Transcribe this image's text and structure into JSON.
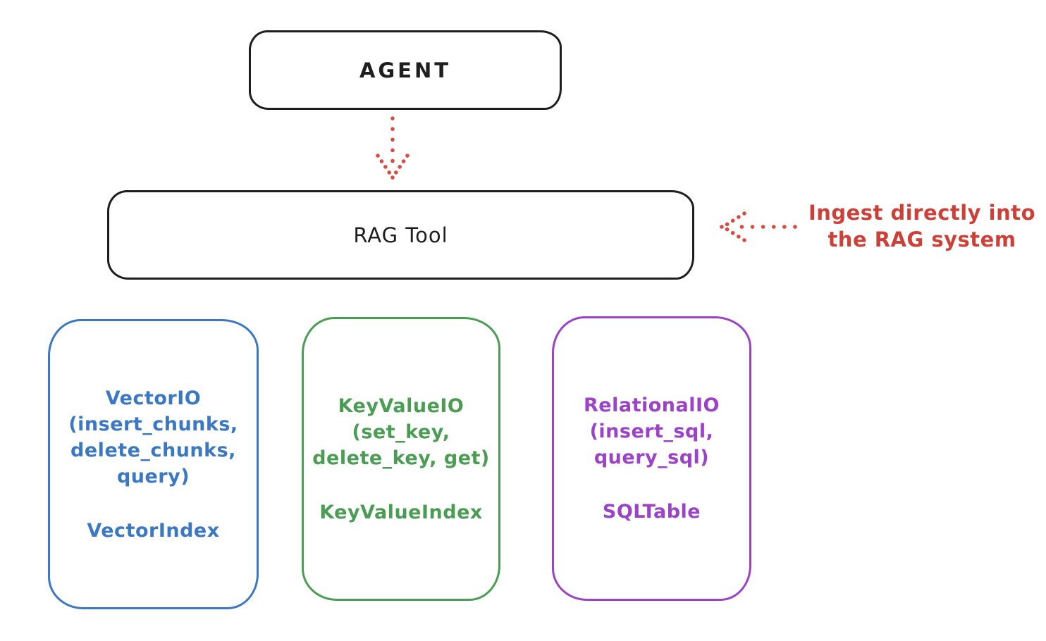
{
  "colors": {
    "background": "#ffffff",
    "ink": "#1e1e1e",
    "red_text": "#cd4038",
    "red_arrow": "#da4a40",
    "blue": "#3b78c4",
    "green": "#4a9d52",
    "purple": "#9b42c8"
  },
  "agent_box": {
    "label": "AGENT"
  },
  "rag_box": {
    "label": "RAG Tool"
  },
  "agent_to_rag_arrow": {
    "style": "dotted",
    "direction": "down"
  },
  "annotation": {
    "line1": "Ingest directly into",
    "line2": "the RAG system",
    "arrow_style": "dotted",
    "arrow_direction": "left"
  },
  "io_boxes": [
    {
      "id": "vector",
      "color": "#3b78c4",
      "lines": [
        "VectorIO",
        "(insert_chunks,",
        "delete_chunks,",
        "query)"
      ],
      "index_label": "VectorIndex"
    },
    {
      "id": "keyvalue",
      "color": "#4a9d52",
      "lines": [
        "KeyValueIO",
        "(set_key,",
        "delete_key, get)"
      ],
      "index_label": "KeyValueIndex"
    },
    {
      "id": "relational",
      "color": "#9b42c8",
      "lines": [
        "RelationalIO",
        "(insert_sql,",
        "query_sql)"
      ],
      "index_label": "SQLTable"
    }
  ]
}
